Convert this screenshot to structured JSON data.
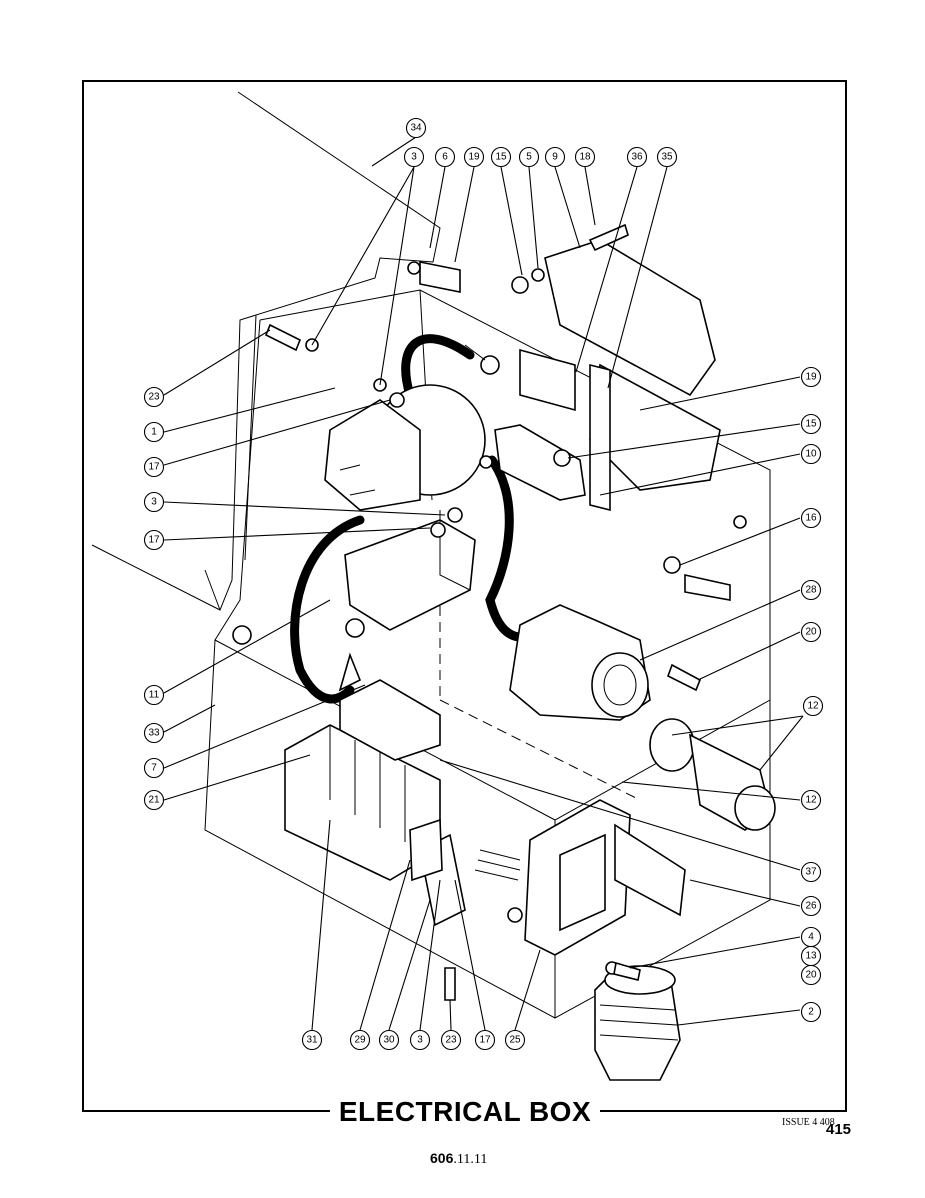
{
  "title": "ELECTRICAL BOX",
  "issue": "ISSUE 4 408",
  "page_number": "415",
  "doc_ref_bold": "606",
  "doc_ref_rest": ".11.11",
  "callouts": {
    "top": [
      "34",
      "3",
      "6",
      "19",
      "15",
      "5",
      "9",
      "18",
      "36",
      "35"
    ],
    "right": [
      "19",
      "15",
      "10",
      "16",
      "28",
      "20",
      "12",
      "12",
      "37",
      "26",
      "4",
      "13",
      "20",
      "2"
    ],
    "left": [
      "23",
      "1",
      "17",
      "3",
      "17",
      "11",
      "33",
      "7",
      "21"
    ],
    "bottom": [
      "31",
      "29",
      "30",
      "3",
      "23",
      "17",
      "25"
    ]
  }
}
